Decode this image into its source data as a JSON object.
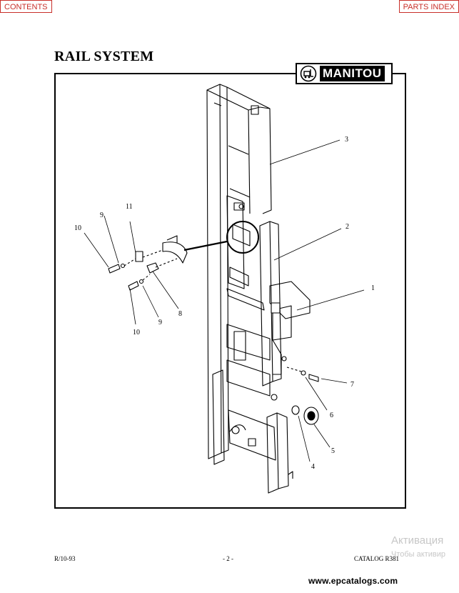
{
  "nav": {
    "contents": "CONTENTS",
    "parts_index": "PARTS INDEX"
  },
  "title": "RAIL SYSTEM",
  "logo": {
    "text": "MANITOU",
    "icon": "forklift-emblem-icon"
  },
  "callouts": [
    "1",
    "2",
    "3",
    "4",
    "5",
    "6",
    "7",
    "8",
    "9",
    "9",
    "10",
    "10",
    "11"
  ],
  "footer": {
    "left": "R/10-93",
    "center": "- 2 -",
    "right": "CATALOG R381"
  },
  "watermark": {
    "line1": "Активация",
    "line2": "Чтобы активир"
  },
  "site": "www.epcatalogs.com",
  "colors": {
    "nav_border": "#c8302a",
    "watermark": "#c7c7c7"
  }
}
